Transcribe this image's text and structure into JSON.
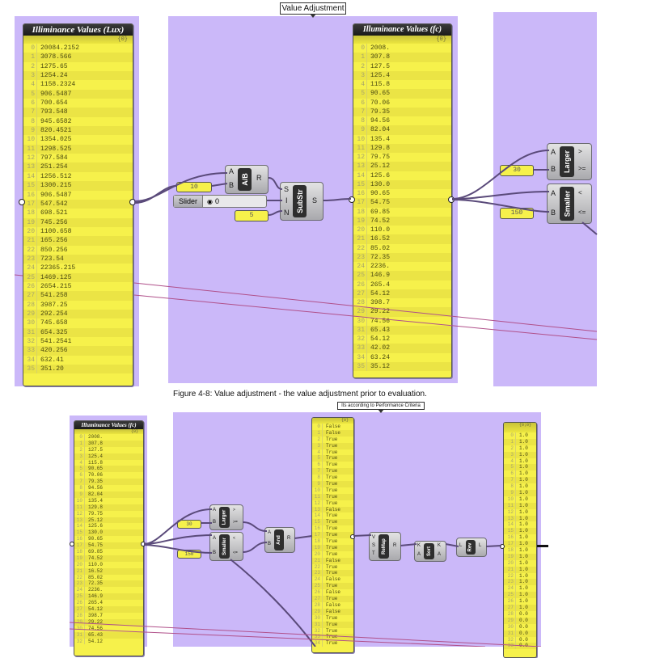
{
  "top_figure": {
    "group_label": "Value Adjustment",
    "lux_panel": {
      "title": "Illiminance Values (Lux)",
      "path": "{0}",
      "values": [
        "20084.2152",
        "3078.566",
        "1275.65",
        "1254.24",
        "1158.2324",
        "906.5487",
        "700.654",
        "793.548",
        "945.6582",
        "820.4521",
        "1354.025",
        "1298.525",
        "797.584",
        "251.254",
        "1256.512",
        "1300.215",
        "906.5487",
        "547.542",
        "698.521",
        "745.256",
        "1100.658",
        "165.256",
        "850.256",
        "723.54",
        "22365.215",
        "1469.125",
        "2654.215",
        "541.258",
        "3987.25",
        "292.254",
        "745.658",
        "654.325",
        "541.2541",
        "420.256",
        "632.41",
        "351.20"
      ]
    },
    "division": {
      "label": "A/B",
      "input_a": "A",
      "input_b": "B",
      "output": "R",
      "divisor": "10"
    },
    "substr": {
      "label": "SubStr",
      "input_s": "S",
      "input_i": "I",
      "input_n": "N",
      "output": "S",
      "slider_label": "Slider",
      "slider_value": "0",
      "length": "5"
    },
    "fc_panel": {
      "title": "Illuminance Values (fc)",
      "path": "{0}",
      "values": [
        "2008.",
        "307.8",
        "127.5",
        "125.4",
        "115.8",
        "90.65",
        "70.06",
        "79.35",
        "94.56",
        "82.04",
        "135.4",
        "129.8",
        "79.75",
        "25.12",
        "125.6",
        "130.0",
        "90.65",
        "54.75",
        "69.85",
        "74.52",
        "110.0",
        "16.52",
        "85.02",
        "72.35",
        "2236.",
        "146.9",
        "265.4",
        "54.12",
        "398.7",
        "29.22",
        "74.56",
        "65.43",
        "54.12",
        "42.02",
        "63.24",
        "35.12"
      ]
    },
    "larger": {
      "label": "Larger",
      "input_a": "A",
      "input_b": "B",
      "out1": ">",
      "out2": ">=",
      "value": "30"
    },
    "smaller": {
      "label": "Smaller",
      "input_a": "A",
      "input_b": "B",
      "out1": "<",
      "out2": "<=",
      "value": "150"
    }
  },
  "caption": "Figure 4-8: Value adjustment - the value adjustment prior to evaluation.",
  "bottom_figure": {
    "group_label": "Its according to Performance Criteria",
    "fc_panel": {
      "title": "Illuminance Values (fc)",
      "path": "{0}",
      "values": [
        "2008.",
        "307.8",
        "127.5",
        "125.4",
        "115.8",
        "90.65",
        "70.06",
        "79.35",
        "94.56",
        "82.04",
        "135.4",
        "129.8",
        "79.75",
        "25.12",
        "125.6",
        "130.0",
        "90.65",
        "54.75",
        "69.85",
        "74.52",
        "110.0",
        "16.52",
        "85.02",
        "72.35",
        "2236.",
        "146.9",
        "265.4",
        "54.12",
        "398.7",
        "29.22",
        "74.56",
        "65.43",
        "54.12"
      ]
    },
    "larger": {
      "label": "Larger",
      "input_a": "A",
      "input_b": "B",
      "out1": ">",
      "out2": ">=",
      "value": "30"
    },
    "smaller": {
      "label": "Smaller",
      "input_a": "A",
      "input_b": "B",
      "out1": "<",
      "out2": "<=",
      "value": "150"
    },
    "and": {
      "label": "And",
      "input_a": "A",
      "input_b": "B",
      "output": "R"
    },
    "bool_panel": {
      "path": "{0}",
      "values": [
        "False",
        "False",
        "True",
        "True",
        "True",
        "True",
        "True",
        "True",
        "True",
        "True",
        "True",
        "True",
        "True",
        "False",
        "True",
        "True",
        "True",
        "True",
        "True",
        "True",
        "True",
        "False",
        "True",
        "True",
        "False",
        "True",
        "False",
        "True",
        "False",
        "False",
        "True",
        "True",
        "True",
        "True",
        "True"
      ]
    },
    "remap": {
      "label": "ReMap",
      "input_v": "V",
      "input_s": "S",
      "input_t": "T",
      "output": "R"
    },
    "sort": {
      "label": "Sort",
      "input_k": "K",
      "input_a": "A",
      "out_k": "K",
      "out_a": "A"
    },
    "rev": {
      "label": "Rev",
      "input": "L",
      "output": "L"
    },
    "result_panel": {
      "path": "{0;0}",
      "values": [
        "1.0",
        "1.0",
        "1.0",
        "1.0",
        "1.0",
        "1.0",
        "1.0",
        "1.0",
        "1.0",
        "1.0",
        "1.0",
        "1.0",
        "1.0",
        "1.0",
        "1.0",
        "1.0",
        "1.0",
        "1.0",
        "1.0",
        "1.0",
        "1.0",
        "1.0",
        "1.0",
        "1.0",
        "1.0",
        "1.0",
        "1.0",
        "1.0",
        "0.0",
        "0.0",
        "0.0",
        "0.0",
        "0.0",
        "0.0"
      ]
    }
  },
  "colors": {
    "group_fill": "#cbb8f9",
    "panel_fill": "#f6f14b",
    "wire": "#5a4a7a",
    "wire_pink": "#b0508a"
  }
}
